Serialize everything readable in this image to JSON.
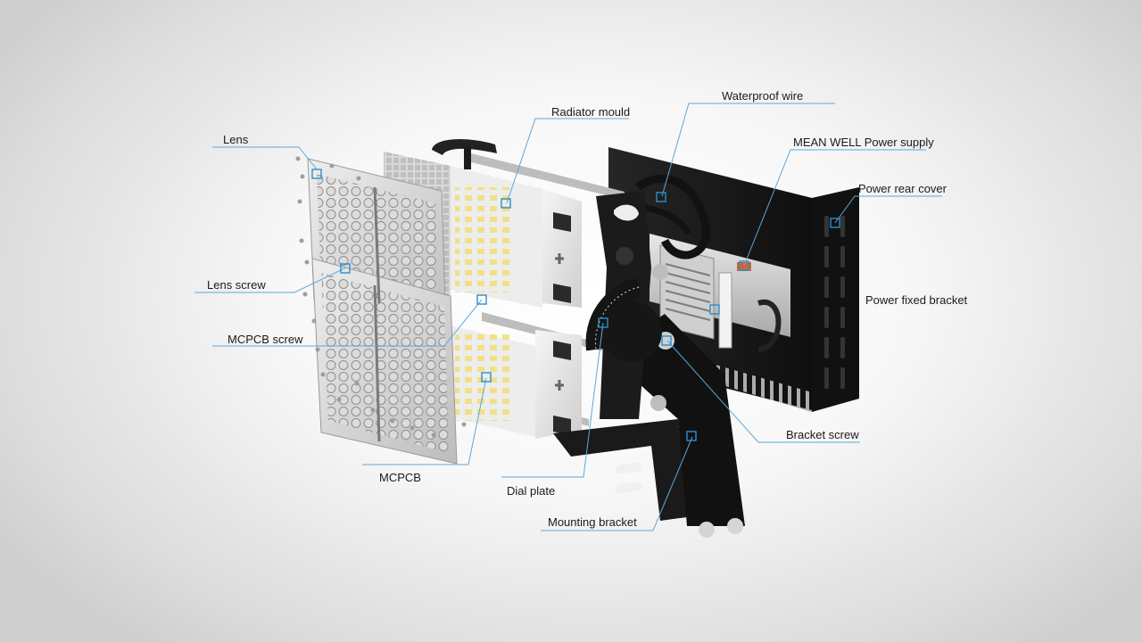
{
  "diagram": {
    "labels": {
      "lens": "Lens",
      "lens_screw": "Lens screw",
      "mcpcb_screw": "MCPCB screw",
      "mcpcb": "MCPCB",
      "radiator_mould": "Radiator mould",
      "waterproof_wire": "Waterproof wire",
      "power_supply": "MEAN WELL Power supply",
      "power_rear_cover": "Power rear cover",
      "power_fixed_bracket": "Power fixed bracket",
      "bracket_screw": "Bracket screw",
      "dial_plate": "Dial plate",
      "mounting_bracket": "Mounting bracket"
    },
    "colors": {
      "leader_line": "#5aa9dc",
      "marker": "#2a8fd0",
      "metal_dark": "#1c1c1c",
      "radiator_light": "#e9e9e9"
    }
  }
}
